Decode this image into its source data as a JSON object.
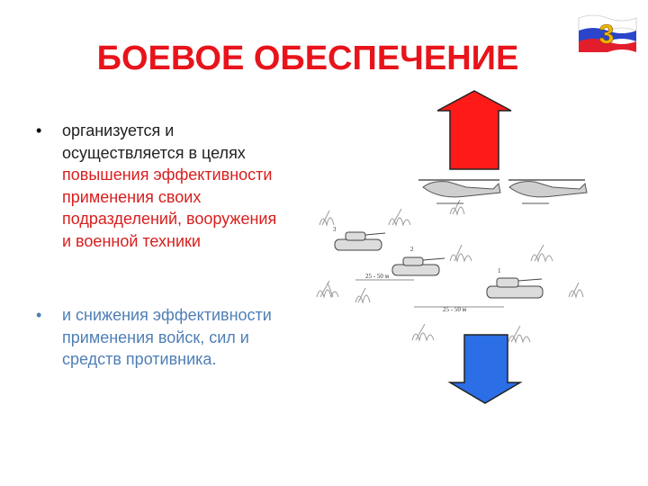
{
  "slide": {
    "title": "БОЕВОЕ ОБЕСПЕЧЕНИЕ",
    "slide_number": "3"
  },
  "colors": {
    "title": "#e8141b",
    "emphasis": "#d81e1e",
    "muted_text": "#4f7fb6",
    "arrow_up": "#ff1a1a",
    "arrow_down": "#2b6ee6"
  },
  "bullets": [
    {
      "lines_plain": [
        "организуется и",
        "осуществляется в целях"
      ],
      "lines_emphasis": [
        "повышения эффективности",
        "применения своих",
        "подразделений, вооружения",
        "и военной техники"
      ]
    },
    {
      "lines_muted": [
        "и снижения эффективности",
        "применения войск, сил и",
        "средств противника."
      ]
    }
  ],
  "illustration": {
    "labels": [
      "3",
      "2",
      "1",
      "25 - 50 м",
      "25 - 50 м"
    ],
    "icons": [
      "arrow-up-icon",
      "arrow-down-icon",
      "helicopter-icon",
      "tank-icon",
      "bush-icon",
      "russian-flag-icon"
    ]
  }
}
